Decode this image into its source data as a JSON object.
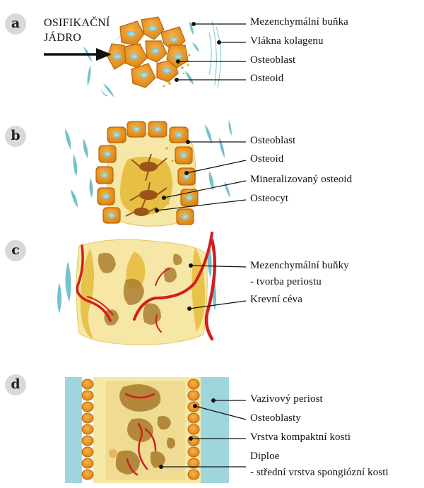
{
  "panels": [
    {
      "id": "a",
      "title_lines": [
        "OSIFIKAČNÍ",
        "JÁDRO"
      ],
      "labels": [
        "Mezenchymální buňka",
        "Vlákna kolagenu",
        "Osteoblast",
        "Osteoid"
      ]
    },
    {
      "id": "b",
      "labels": [
        "Osteoblast",
        "Osteoid",
        "Mineralizovaný osteoid",
        "Osteocyt"
      ]
    },
    {
      "id": "c",
      "labels": [
        "Mezenchymální buňky",
        "- tvorba periostu",
        "Krevní céva"
      ]
    },
    {
      "id": "d",
      "labels": [
        "Vazivový periost",
        "Osteoblasty",
        "Vrstva kompaktní kosti",
        "Diploe",
        "- střední vrstva spongiózní kosti"
      ]
    }
  ],
  "colors": {
    "osteoblast": "#e8951c",
    "osteoblast_edge": "#b7660c",
    "osteoid": "#f6e7a6",
    "mineralized": "#e3b52c",
    "osteocyte": "#9a5418",
    "mesenchyme": "#5db7c6",
    "vessel": "#d21e1e",
    "periosteum": "#9fd6de",
    "badge": "#d9d9d9"
  }
}
